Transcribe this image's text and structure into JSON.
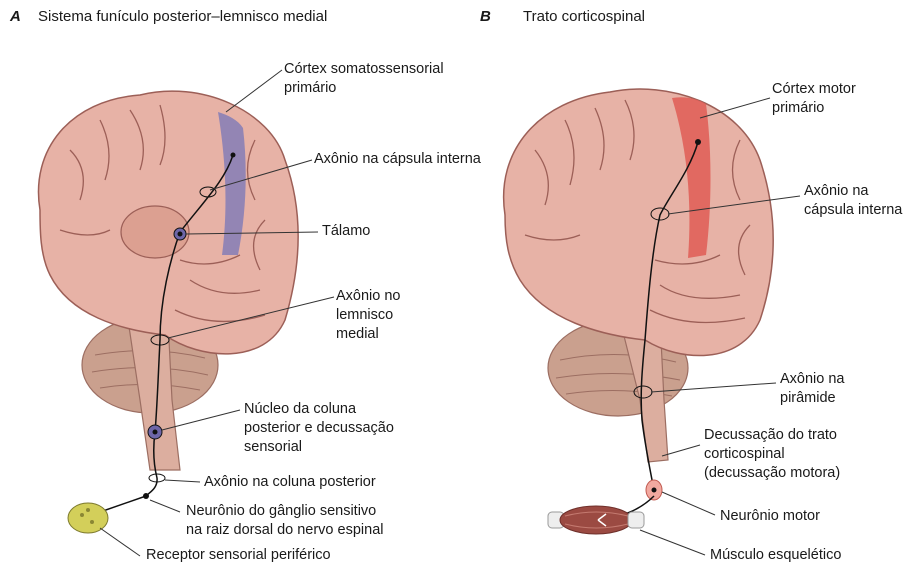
{
  "panel_a": {
    "letter": "A",
    "title": "Sistema funículo posterior–lemnisco medial",
    "labels": {
      "cortex": "Córtex somatossensorial\nprimário",
      "capsula": "Axônio na cápsula interna",
      "talamo": "Tálamo",
      "lemnisco": "Axônio no\nlemnisco\nmedial",
      "nucleo": "Núcleo da coluna\nposterior e decussação\nsensorial",
      "coluna": "Axônio na coluna posterior",
      "ganglio": "Neurônio do gânglio sensitivo\nna raiz dorsal do nervo espinal",
      "receptor": "Receptor sensorial periférico"
    }
  },
  "panel_b": {
    "letter": "B",
    "title": "Trato corticospinal",
    "labels": {
      "cortex": "Córtex motor\nprimário",
      "capsula": "Axônio na\ncápsula interna",
      "piramide": "Axônio na\npirâmide",
      "decussacao": "Decussação do trato\ncorticospinal\n(decussação motora)",
      "neuronio": "Neurônio motor",
      "musculo": "Músculo esquelético"
    }
  },
  "colors": {
    "brain": "#e7b2a6",
    "brain_shadow": "#c98d82",
    "sulcus": "#9c5f57",
    "cerebellum": "#caa08e",
    "sensory_cortex": "#8a7fb6",
    "motor_cortex": "#e0605a",
    "receptor": "#d3cf5a",
    "muscle": "#9b4a42"
  }
}
